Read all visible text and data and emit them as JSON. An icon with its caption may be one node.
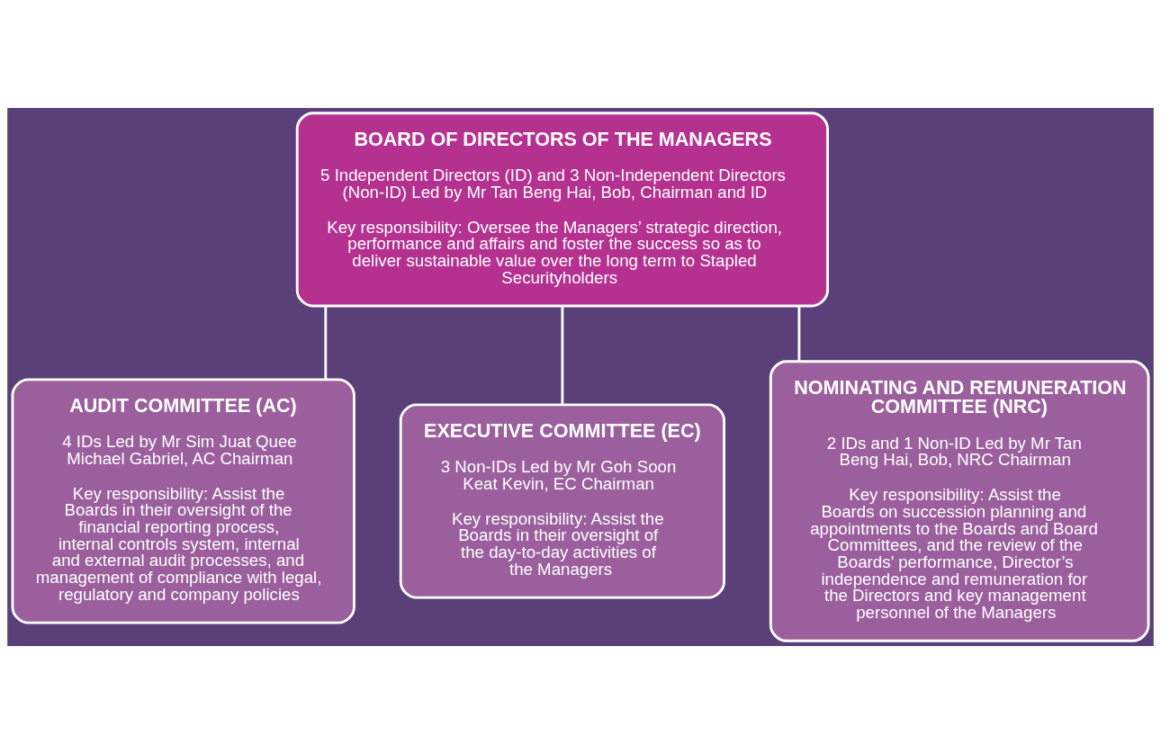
{
  "diagram": {
    "nodes": [
      {
        "text": [
          "BOARD OF DIRECTORS OF THE MANAGERS",
          "5 Independent Directors (ID) and 3 Non-Independent Directors (Non-ID) Led by Mr Tan Beng Hai, Bob, Chairman and ID",
          "Key responsibility: Oversee the Managers’ strategic direction, performance and affairs and foster the success so as to deliver sustainable value over the long term to Stapled Securityholders"
        ]
      },
      {
        "text": [
          "AUDIT COMMITTEE (AC)",
          "4 IDs Led by Mr Sim Juat Quee Michael Gabriel, AC Chairman",
          "Key responsibility: Assist the Boards in their oversight of the financial reporting process, internal controls system, internal and external audit processes, and management of compliance with legal, regulatory and company policies"
        ]
      },
      {
        "text": [
          "EXECUTIVE COMMITTEE (EC)",
          "3 Non-IDs Led by Mr Goh Soon Keat Kevin, EC Chairman",
          "Key responsibility: Assist the Boards in their oversight of the day-to-day activities of the Managers"
        ]
      },
      {
        "text": [
          "NOMINATING AND REMUNERATION COMMITTEE (NRC)",
          "2 IDs and 1 Non-ID Led by Mr Tan Beng Hai, Bob, NRC Chairman",
          "Key responsibility: Assist the Boards on succession planning and appointments to the Boards and Board Committees, and the review of the Boards’ performance, Director’s independence and remuneration for the Directors and key management personnel of the Managers"
        ]
      }
    ],
    "edges": [
      {
        "from": 0,
        "to": 1,
        "arrow": "none"
      },
      {
        "from": 0,
        "to": 2,
        "arrow": "none"
      },
      {
        "from": 0,
        "to": 3,
        "arrow": "none"
      }
    ]
  }
}
